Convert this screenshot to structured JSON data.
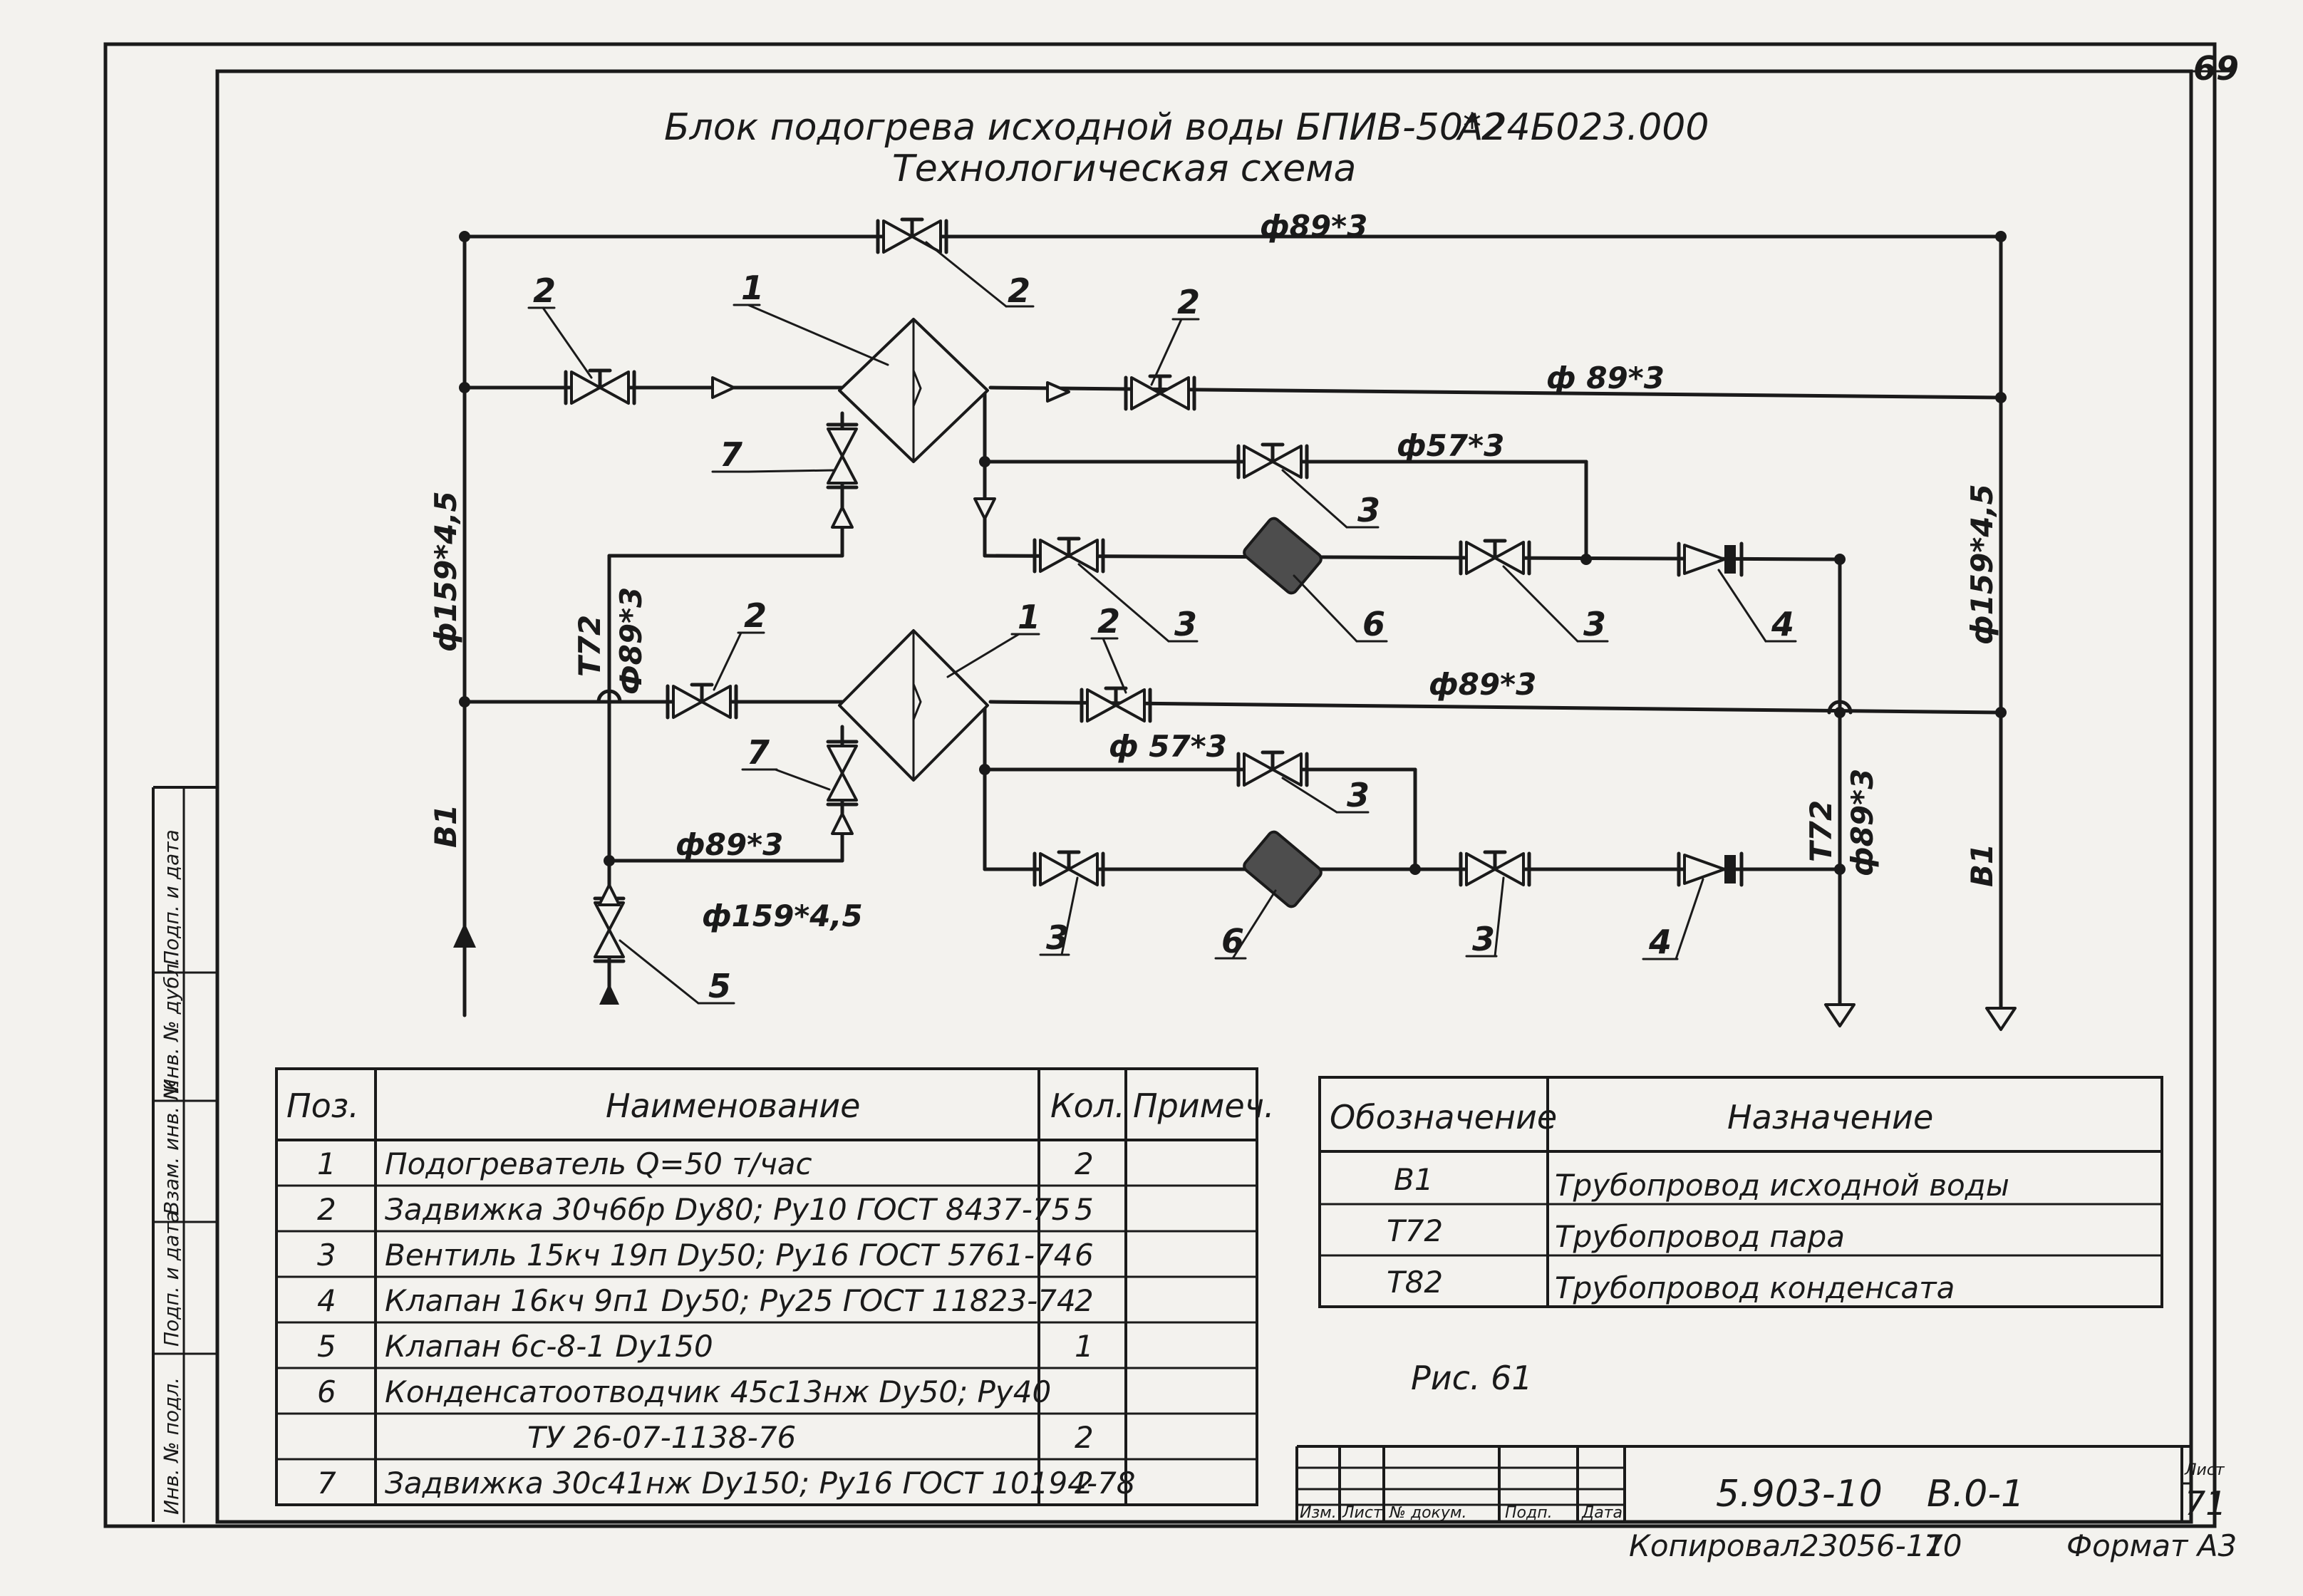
{
  "header": {
    "title": "Блок подогрева исходной воды БПИВ-50*2",
    "code": "А24Б023.000",
    "subtitle": "Технологическая схема",
    "corner_number": "69"
  },
  "diagram": {
    "pipe_labels": {
      "top": "ф89*3",
      "upper_outlet": "ф 89*3",
      "upper_branch": "ф57*3",
      "left_main": "ф159*4,5",
      "right_main": "ф159*4,5",
      "left_steam_code": "Т72",
      "left_steam_size": "Ф89*3",
      "lower_outlet": "ф89*3",
      "lower_branch": "ф 57*3",
      "right_cond_code": "Т72",
      "right_cond_size": "ф89*3",
      "lower_steam": "ф89*3",
      "bottom_inlet": "ф159*4,5",
      "left_code": "В1",
      "right_code": "В1"
    },
    "position_callouts": {
      "p2_top": "2",
      "p2_left_upper": "2",
      "p1_upper": "1",
      "p2_right_upper": "2",
      "p7_upper": "7",
      "p3_upper_branch": "3",
      "p3_upper_left": "3",
      "p6_upper": "6",
      "p3_upper_right": "3",
      "p4_upper": "4",
      "p2_left_lower": "2",
      "p1_lower": "1",
      "p2_right_lower": "2",
      "p3_lower_branch": "3",
      "p7_lower": "7",
      "p3_lower_left": "3",
      "p6_lower": "6",
      "p3_lower_right": "3",
      "p4_lower": "4",
      "p5": "5"
    }
  },
  "spec_table": {
    "headers": [
      "Поз.",
      "Наименование",
      "Кол.",
      "Примеч."
    ],
    "rows": [
      {
        "pos": "1",
        "name": "Подогреватель   Q=50 т/час",
        "qty": "2"
      },
      {
        "pos": "2",
        "name": "Задвижка 30ч6бр Dу80; Pу10 ГОСТ 8437-75",
        "qty": "5"
      },
      {
        "pos": "3",
        "name": "Вентиль 15кч 19п Dу50; Pу16 ГОСТ 5761-74",
        "qty": "6"
      },
      {
        "pos": "4",
        "name": "Клапан 16кч 9п1 Dу50; Pу25 ГОСТ 11823-74",
        "qty": "2"
      },
      {
        "pos": "5",
        "name": "Клапан 6с-8-1 Dу150",
        "qty": "1"
      },
      {
        "pos": "6",
        "name": "Конденсатоотводчик 45с13нж Dу50; Pу40",
        "qty": ""
      },
      {
        "pos": "",
        "name": "ТУ 26-07-1138-76",
        "qty": "2"
      },
      {
        "pos": "7",
        "name": "Задвижка 30с41нж Dу150; Pу16 ГОСТ 10194-78",
        "qty": "2"
      }
    ]
  },
  "legend_table": {
    "headers": [
      "Обозначение",
      "Назначение"
    ],
    "rows": [
      {
        "code": "В1",
        "purpose": "Трубопровод исходной воды"
      },
      {
        "code": "Т72",
        "purpose": "Трубопровод пара"
      },
      {
        "code": "Т82",
        "purpose": "Трубопровод конденсата"
      }
    ]
  },
  "figure_caption": "Рис. 61",
  "title_block": {
    "columns": [
      "Изм.",
      "Лист",
      "№ докум.",
      "Подп.",
      "Дата"
    ],
    "doc_number": "5.903-10",
    "version": "В.0-1",
    "sheet_label": "Лист",
    "sheet_number": "71"
  },
  "side_stamp": [
    "Инв. № подл.",
    "Подп. и дата",
    "Взам. инв. №",
    "Инв. № дубл.",
    "Подп. и дата"
  ],
  "footer": {
    "copied": "Копировал",
    "order": "23056-11",
    "order_suffix": "70",
    "format": "Формат А3"
  }
}
